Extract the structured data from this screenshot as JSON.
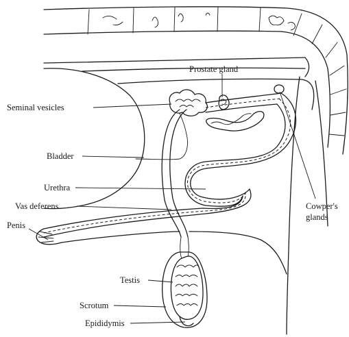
{
  "labels": {
    "prostate": "Prostate gland",
    "seminal": "Seminal vesicles",
    "bladder": "Bladder",
    "urethra": "Urethra",
    "vas": "Vas deferens",
    "penis": "Penis",
    "cowpers_line1": "Cowper's",
    "cowpers_line2": "glands",
    "testis": "Testis",
    "scrotum": "Scrotum",
    "epididymis": "Epididymis"
  }
}
